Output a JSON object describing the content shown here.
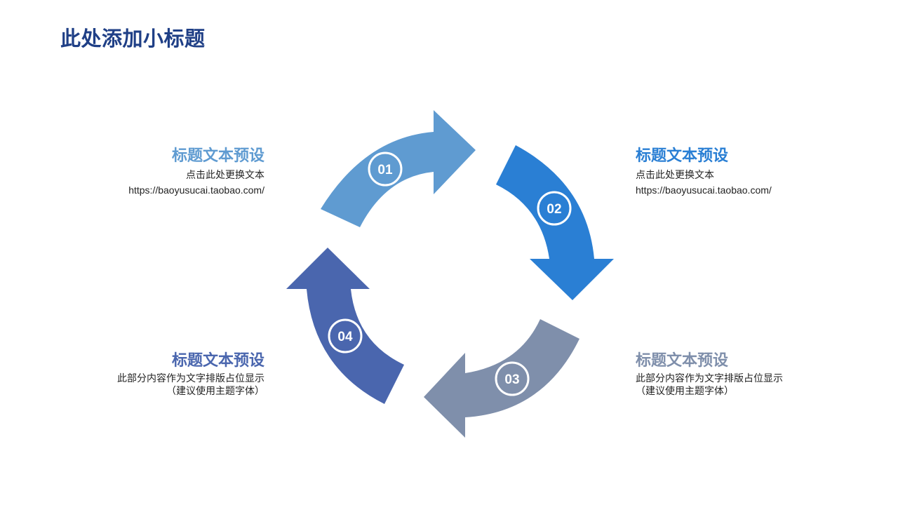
{
  "page": {
    "title": "此处添加小标题"
  },
  "steps": [
    {
      "number": "01",
      "heading": "标题文本预设",
      "line1": "点击此处更换文本",
      "line2": "https://baoyusucai.taobao.com/",
      "color": "#5F9BD1"
    },
    {
      "number": "02",
      "heading": "标题文本预设",
      "line1": "点击此处更换文本",
      "line2": "https://baoyusucai.taobao.com/",
      "color": "#2A7FD4"
    },
    {
      "number": "03",
      "heading": "标题文本预设",
      "line1": "此部分内容作为文字排版占位显示",
      "line2": "（建议使用主题字体）",
      "color": "#7F8FAB"
    },
    {
      "number": "04",
      "heading": "标题文本预设",
      "line1": "此部分内容作为文字排版占位显示",
      "line2": "（建议使用主题字体）",
      "color": "#4A66AE"
    }
  ],
  "colors": {
    "title": "#1F3F86",
    "body_text": "#222222",
    "badge_ring": "#ffffff"
  }
}
